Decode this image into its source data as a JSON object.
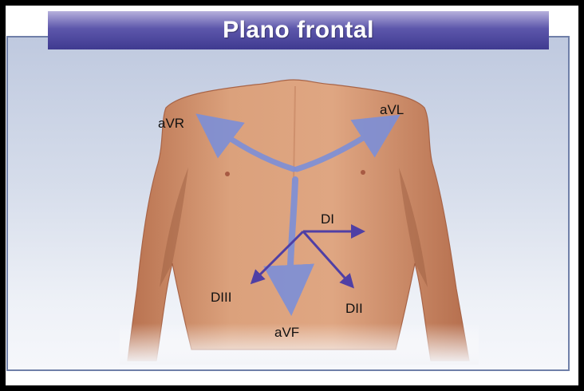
{
  "title": "Plano frontal",
  "leads": {
    "avr": "aVR",
    "avl": "aVL",
    "di": "DI",
    "dii": "DII",
    "diii": "DIII",
    "avf": "aVF"
  },
  "colors": {
    "skin": "#d89b76",
    "skin_shadow": "#b0694a",
    "arrow_augmented": "#7c8fd8",
    "arrow_bipolar": "#4f3fa5",
    "title_bar": "#4a4598",
    "border": "#000000"
  }
}
